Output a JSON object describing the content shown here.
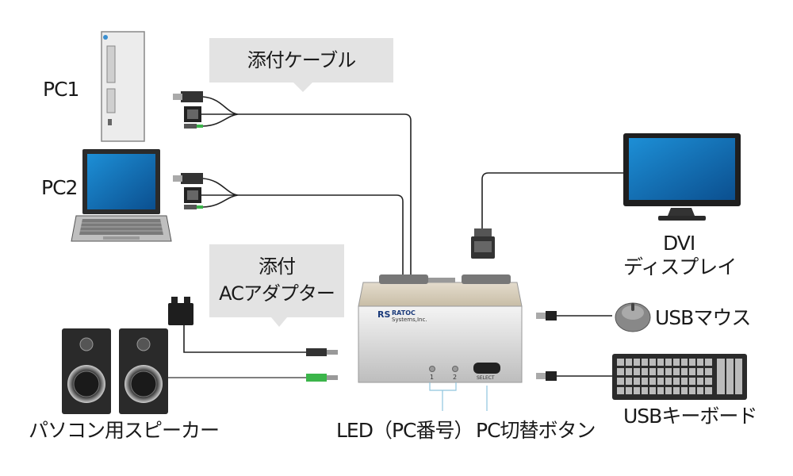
{
  "labels": {
    "pc1": "PC1",
    "pc2": "PC2",
    "cable": "添付ケーブル",
    "adapter_line1": "添付",
    "adapter_line2": "ACアダプター",
    "dvi_line1": "DVI",
    "dvi_line2": "ディスプレイ",
    "mouse": "USBマウス",
    "keyboard": "USBキーボード",
    "speaker": "パソコン用スピーカー",
    "led": "LED（PC番号）",
    "switch_button": "PC切替ボタン"
  },
  "device": {
    "logo_line1": "RATOC",
    "logo_line2": "Systems,Inc.",
    "led_1": "1",
    "led_2": "2",
    "select": "SELECT"
  },
  "colors": {
    "callout": "#e3e3e3",
    "cable": "#222222",
    "pointer_line": "#8fc5de",
    "device_top": "#d9d0c0",
    "device_body": "#d8d8d8",
    "screen": "#1a73b8"
  }
}
